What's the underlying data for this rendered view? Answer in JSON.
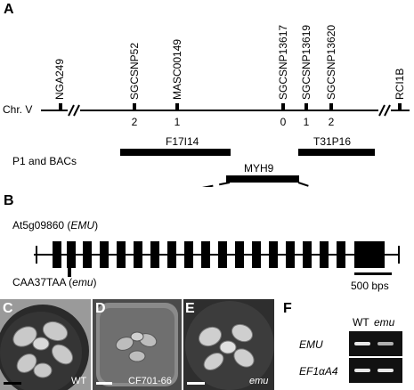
{
  "panels": {
    "a": "A",
    "b": "B",
    "c": "C",
    "d": "D",
    "e": "E",
    "f": "F"
  },
  "panel_a": {
    "chromosome": "Chr. V",
    "markers": [
      "NGA249",
      "SGCSNP52",
      "MASC00149",
      "SGCSNP13617",
      "SGCSNP13619",
      "SGCSNP13620",
      "RCI1B"
    ],
    "recombinants": [
      "2",
      "1",
      "0",
      "1",
      "2"
    ],
    "p1_bacs_label": "P1 and BACs",
    "clones": [
      "F17I14",
      "T31P16",
      "MYH9"
    ]
  },
  "panel_b": {
    "gene_label": "At5g09860 (EMU)",
    "gene_id": "At5g09860",
    "gene_name": "EMU",
    "mutation_label": "CAA37TAA (emu)",
    "mutation": "CAA37TAA",
    "mutation_allele": "emu",
    "scale_bar": "500 bps"
  },
  "panel_c": {
    "label": "WT"
  },
  "panel_d": {
    "label": "CF701-66"
  },
  "panel_e": {
    "label": "emu"
  },
  "panel_f": {
    "columns": [
      "WT",
      "emu"
    ],
    "rows": [
      "EMU",
      "EF1αA4"
    ]
  }
}
